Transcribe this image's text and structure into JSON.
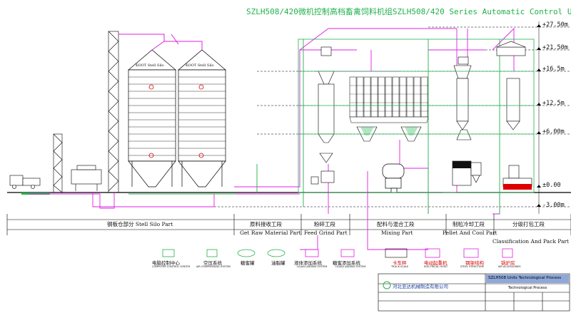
{
  "title": "SZLH508/420微机控制高档畜禽饲料机组SZLH508/420 Series Automatic Control Units",
  "levels": [
    "+27.50m",
    "+21.50m",
    "+16.5m",
    "+12.5m",
    "+6.00m",
    "±0.00",
    "-3.00m"
  ],
  "silo_labels": [
    "KOOT Stell Silo",
    "KOOT Stell Silo"
  ],
  "sections": {
    "silo": "钢板仓部分 Stell Silo Part",
    "raw_cn": "原料接收工段",
    "raw_en": "Get Raw Material Part",
    "grind_cn": "粉碎工段",
    "grind_en": "Feed Grind Part",
    "mix_cn": "配料与混合工段",
    "mix_en": "Mixing Part",
    "pellet_cn": "制粒冷却工段",
    "pellet_en": "Pellet And Cool Part",
    "pack_cn": "分级打包工段",
    "pack_en": "Classification And Pack Part"
  },
  "legend": [
    {
      "cn": "电脑控制中心",
      "en": "COMPUTER CONTROL CENTER"
    },
    {
      "cn": "空压系统",
      "en": "AIR COMPRESSING SYSTEM"
    },
    {
      "cn": "糖蜜罐",
      "en": ""
    },
    {
      "cn": "油脂罐",
      "en": ""
    },
    {
      "cn": "液体添加系统",
      "en": "LIQUID ADDING SYSTEM"
    },
    {
      "cn": "糖蜜添加系统",
      "en": "LIQUID ADDING SYSTEM"
    },
    {
      "cn": "卡车秤",
      "en": "TRUCK SCALE"
    },
    {
      "cn": "电动起重机",
      "en": "ELECTRICAL HOIST"
    },
    {
      "cn": "钢架结构",
      "en": "STEEL STRUCTURE"
    },
    {
      "cn": "锅炉房",
      "en": "AIR ACCESSORIES"
    }
  ],
  "title_block": {
    "company": "河北亚达机械制造有限公司",
    "drawing_title": "SZLH508 Units Technological Process",
    "subtitle": "Technological Process"
  },
  "colors": {
    "pipe": "#e020e0",
    "frame": "#22b14c",
    "line": "#000000",
    "legend_red": "#dd0000"
  }
}
